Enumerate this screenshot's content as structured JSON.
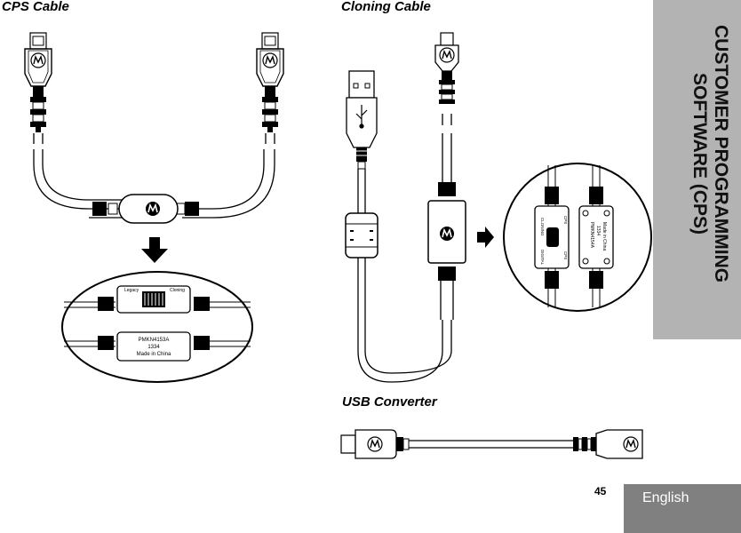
{
  "headings": {
    "cps_cable": "CPS Cable",
    "cloning_cable": "Cloning Cable",
    "usb_converter": "USB Converter"
  },
  "side_tab": {
    "title": "CUSTOMER PROGRAMMING\nSOFTWARE (CPS)"
  },
  "footer": {
    "page_number": "45",
    "language": "English"
  },
  "cps_detail": {
    "switch_left": "Legacy",
    "switch_right": "Cloning",
    "label_line1": "PMKN4153A",
    "label_line2": "1334",
    "label_line3": "Made in China"
  },
  "cloning_detail": {
    "switch_top": "CLONING",
    "switch_mid": "CPS",
    "switch_bottom": "DIGITAL",
    "switch_bottom2": "CPS",
    "label_line1": "PMKN4154A",
    "label_line2": "1334",
    "label_line3": "Made in China"
  },
  "colors": {
    "side_tab": "#b3b3b3",
    "language_tab": "#808080",
    "line": "#000000"
  },
  "icons": [
    "motorola-logo-icon",
    "usb-symbol-icon",
    "arrow-down-icon",
    "arrow-right-icon"
  ]
}
